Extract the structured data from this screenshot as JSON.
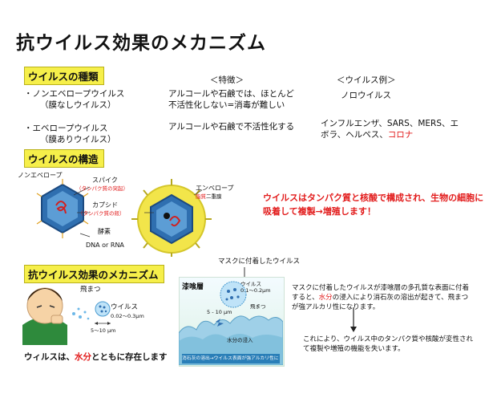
{
  "title": "抗ウイルス効果のメカニズム",
  "sections": {
    "types": "ウイルスの種類",
    "structure": "ウイルスの構造",
    "mechanism": "抗ウイルス効果のメカニズム"
  },
  "types_table": {
    "header_feature": "＜特徴＞",
    "header_example": "＜ウイルス例＞",
    "rows": [
      {
        "name1": "・ノンエベロープウイルス",
        "name2": "（膜なしウイルス）",
        "feature": "アルコールや石鹸では、ほとんど不活性化しない=消毒が難しい",
        "example": "ノロウイルス"
      },
      {
        "name1": "・エベロープウイルス",
        "name2": "（膜ありウイルス）",
        "feature": "アルコールや石鹸で不活性化する",
        "example": "インフルエンザ、SARS、MERS、エボラ、ヘルペス、",
        "example_red": "コロナ"
      }
    ]
  },
  "structure_labels": {
    "non_envelope": "ノンエベロープ",
    "spike": "スパイク",
    "spike_sub": "（タンパク質の突起）",
    "capsid": "カプシド",
    "capsid_sub": "（タンパク質の殻）",
    "enzyme": "酵素",
    "dna": "DNA or RNA",
    "envelope": "エンベロープ",
    "envelope_sub": "脂質",
    "envelope_sub2": "二重膜"
  },
  "structure_note": "ウイルスはタンパク質と核酸で構成され、生物の細胞に吸着して複製→増殖します！",
  "mechanism": {
    "droplet": "飛まつ",
    "virus": "ウイルス",
    "virus_size": "0.02〜0.3μm",
    "droplet_size": "5〜10 μm",
    "caption_prefix": "ウィルスは、",
    "caption_red": "水分",
    "caption_suffix": "とともに存在します",
    "mask_title": "マスクに付着したウイルス",
    "layer": "漆喰層",
    "panel_virus": "ウイルス",
    "panel_virus_size": "0.1〜0.2μm",
    "panel_droplet": "飛まつ",
    "panel_droplet_size": "5 - 10 μm",
    "panel_water": "水分の浸入",
    "panel_footer": "消石灰の溶出→ウイルス表面が強アルカリ性に",
    "explain1_a": "マスクに付着したウイルスが漆喰層の多孔質な表面に付着すると、",
    "explain1_red": "水分",
    "explain1_b": "の浸入により消石灰の溶出が起きて、飛まつが強アルカリ性になります。",
    "explain2": "これにより、ウイルス中のタンパク質や核酸が変性されて複製や増殖の機能を失います。"
  },
  "colors": {
    "highlight": "#f6ef4a",
    "accent_red": "#e21b1b",
    "virus_blue": "#2f6fb0",
    "envelope_yellow": "#f2e54a"
  }
}
